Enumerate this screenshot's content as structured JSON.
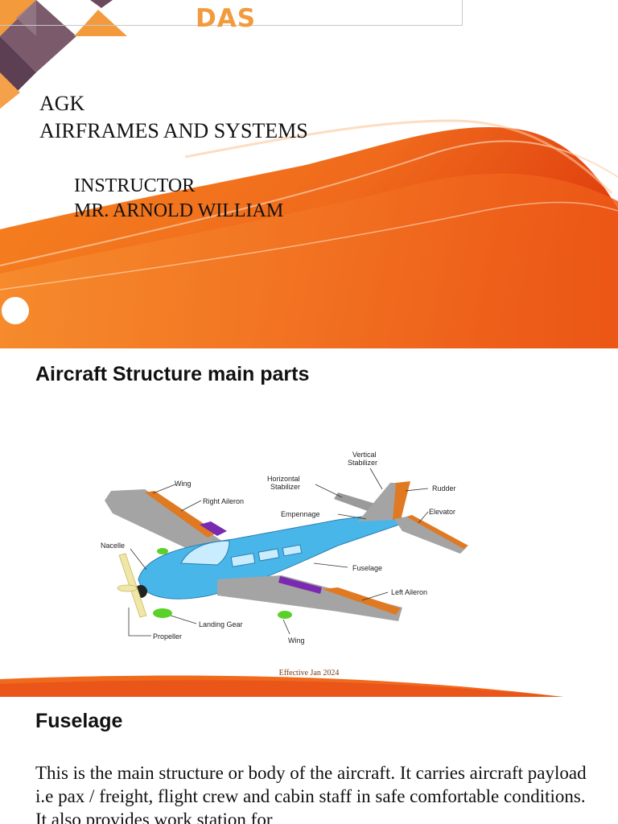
{
  "slide1": {
    "logo": "DAS",
    "title_line1": "AGK",
    "title_line2": "AIRFRAMES AND SYSTEMS",
    "instructor_label": "INSTRUCTOR",
    "instructor_name": "MR. ARNOLD WILLIAM",
    "colors": {
      "accent_orange": "#f07020",
      "deep_orange": "#e8501a",
      "logo_orange": "#f39a3d",
      "diamond_purple": "#6b4a5e"
    }
  },
  "slide2": {
    "heading": "Aircraft Structure main parts",
    "diagram_labels": {
      "wing_top": "Wing",
      "right_aileron": "Right Aileron",
      "horizontal_stabilizer_1": "Horizontal",
      "horizontal_stabilizer_2": "Stabilizer",
      "vertical_stabilizer_1": "Vertical",
      "vertical_stabilizer_2": "Stabilizer",
      "rudder": "Rudder",
      "elevator": "Elevator",
      "empennage": "Empennage",
      "nacelle": "Nacelle",
      "fuselage": "Fuselage",
      "left_aileron": "Left Aileron",
      "landing_gear": "Landing Gear",
      "propeller": "Propeller",
      "wing_bottom": "Wing"
    },
    "footer": "Effective Jan 2024"
  },
  "slide3": {
    "heading": "Fuselage",
    "body": "This is the main structure or  body of the aircraft. It carries aircraft payload i.e pax / freight, flight crew and cabin staff in safe comfortable conditions. It also provides work station for"
  }
}
